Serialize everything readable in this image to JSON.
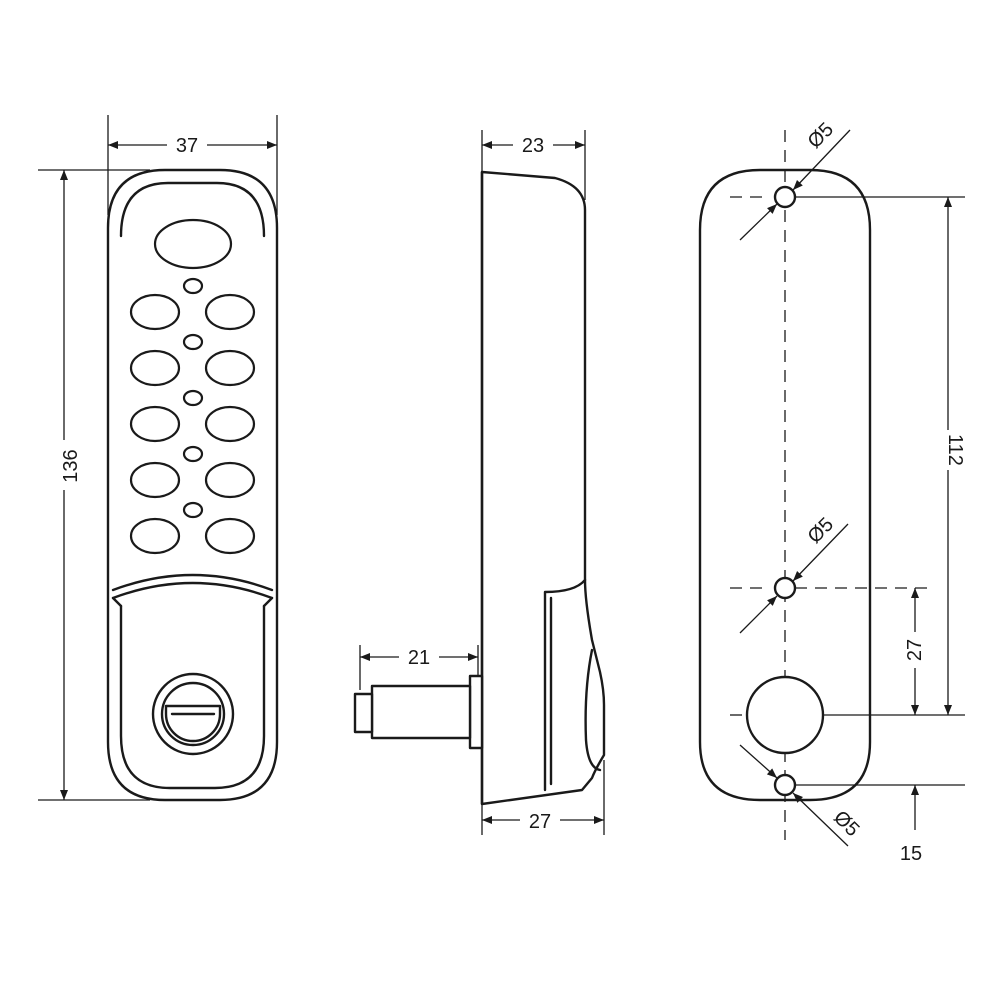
{
  "dimensions": {
    "front_width": "37",
    "front_height": "136",
    "side_depth_top": "23",
    "spindle_length": "21",
    "side_depth_bottom": "27",
    "hole_dia_top": "Ø5",
    "hole_dia_mid": "Ø5",
    "hole_dia_bottom": "Ø5",
    "hole_spacing": "112",
    "mid_to_cam": "27",
    "bottom_offset": "15"
  },
  "keypad": {
    "rows": 5,
    "keys_per_row": 2
  }
}
